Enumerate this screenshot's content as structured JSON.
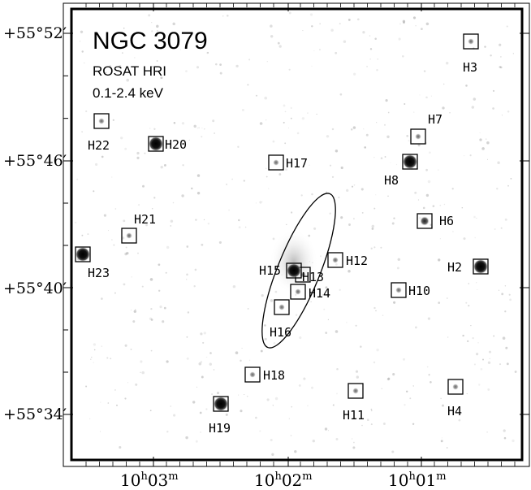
{
  "title": {
    "object": "NGC 3079",
    "instrument": "ROSAT HRI",
    "band": "0.1-2.4 keV"
  },
  "axes": {
    "dec_ticks": [
      {
        "label": "+55°52′"
      },
      {
        "label": "+55°46′"
      },
      {
        "label": "+55°40′"
      },
      {
        "label": "+55°34′"
      }
    ],
    "ra_ticks": [
      {
        "h": "10",
        "h_unit": "h",
        "m": "03",
        "m_unit": "m"
      },
      {
        "h": "10",
        "h_unit": "h",
        "m": "02",
        "m_unit": "m"
      },
      {
        "h": "10",
        "h_unit": "h",
        "m": "01",
        "m_unit": "m"
      }
    ]
  },
  "sources": [
    {
      "id": "H2",
      "brightness": "bright"
    },
    {
      "id": "H3",
      "brightness": "faint"
    },
    {
      "id": "H4",
      "brightness": "faint"
    },
    {
      "id": "H6",
      "brightness": "medium"
    },
    {
      "id": "H7",
      "brightness": "faint"
    },
    {
      "id": "H8",
      "brightness": "bright"
    },
    {
      "id": "H10",
      "brightness": "faint"
    },
    {
      "id": "H11",
      "brightness": "faint"
    },
    {
      "id": "H12",
      "brightness": "faint"
    },
    {
      "id": "H13",
      "brightness": "faint"
    },
    {
      "id": "H14",
      "brightness": "faint"
    },
    {
      "id": "H15",
      "brightness": "bright"
    },
    {
      "id": "H16",
      "brightness": "faint"
    },
    {
      "id": "H17",
      "brightness": "faint"
    },
    {
      "id": "H18",
      "brightness": "faint"
    },
    {
      "id": "H19",
      "brightness": "bright"
    },
    {
      "id": "H20",
      "brightness": "bright"
    },
    {
      "id": "H21",
      "brightness": "faint"
    },
    {
      "id": "H22",
      "brightness": "faint"
    },
    {
      "id": "H23",
      "brightness": "bright"
    }
  ],
  "colors": {
    "frame": "#000000",
    "background": "#ffffff",
    "noise": "#9a9a9a"
  }
}
